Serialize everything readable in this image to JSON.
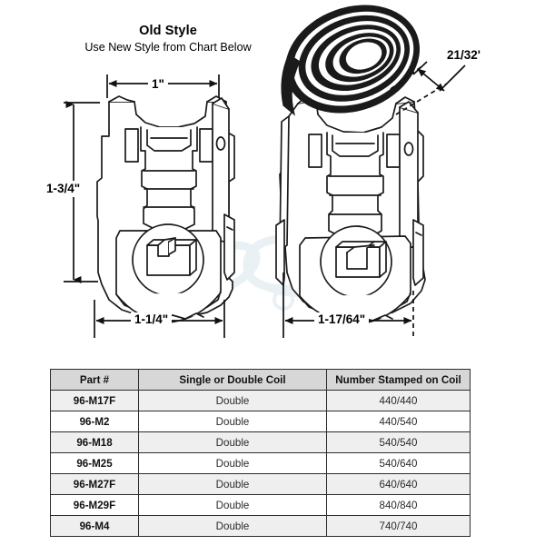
{
  "diagram": {
    "title": "Old Style",
    "subtitle": "Use New Style from Chart Below",
    "left_view": {
      "name": "front-view-bracket",
      "dimensions": {
        "width_top": "1\"",
        "height_left": "1-3/4\"",
        "width_bottom": "1-1/4\""
      }
    },
    "right_view": {
      "name": "angled-view-bracket-with-coil",
      "dimensions": {
        "coil_thickness": "21/32'",
        "width_bottom": "1-17/64\""
      }
    },
    "watermark_color": "#cfdde6",
    "line_color": "#1a1a1a"
  },
  "table": {
    "headers": [
      "Part #",
      "Single or Double Coil",
      "Number Stamped on Coil"
    ],
    "rows": [
      {
        "part": "96-M17F",
        "coil": "Double",
        "number": "440/440"
      },
      {
        "part": "96-M2",
        "coil": "Double",
        "number": "440/540"
      },
      {
        "part": "96-M18",
        "coil": "Double",
        "number": "540/540"
      },
      {
        "part": "96-M25",
        "coil": "Double",
        "number": "540/640"
      },
      {
        "part": "96-M27F",
        "coil": "Double",
        "number": "640/640"
      },
      {
        "part": "96-M29F",
        "coil": "Double",
        "number": "840/840"
      },
      {
        "part": "96-M4",
        "coil": "Double",
        "number": "740/740"
      }
    ],
    "header_bg": "#d7d7d7",
    "alt_row_bg": "#efefef",
    "border_color": "#2c2c2c"
  }
}
